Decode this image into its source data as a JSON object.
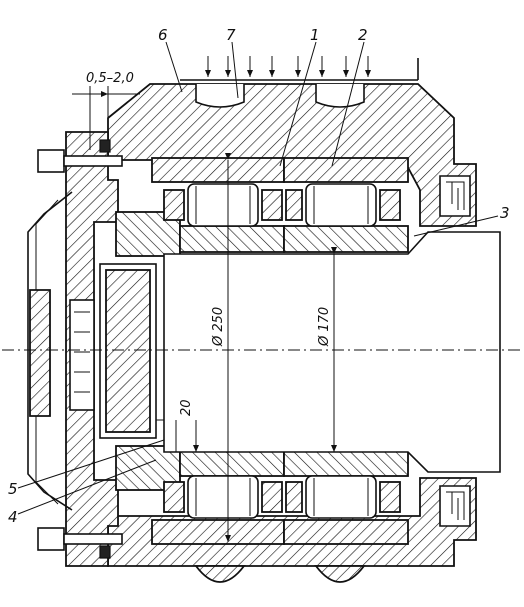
{
  "diagram": {
    "dimensions": {
      "clearance": "0,5–2,0",
      "bearing_diameter": "Ø 250",
      "journal_diameter": "Ø 170",
      "offset": "20"
    },
    "callouts": [
      "6",
      "7",
      "1",
      "2",
      "3",
      "5",
      "4"
    ]
  }
}
